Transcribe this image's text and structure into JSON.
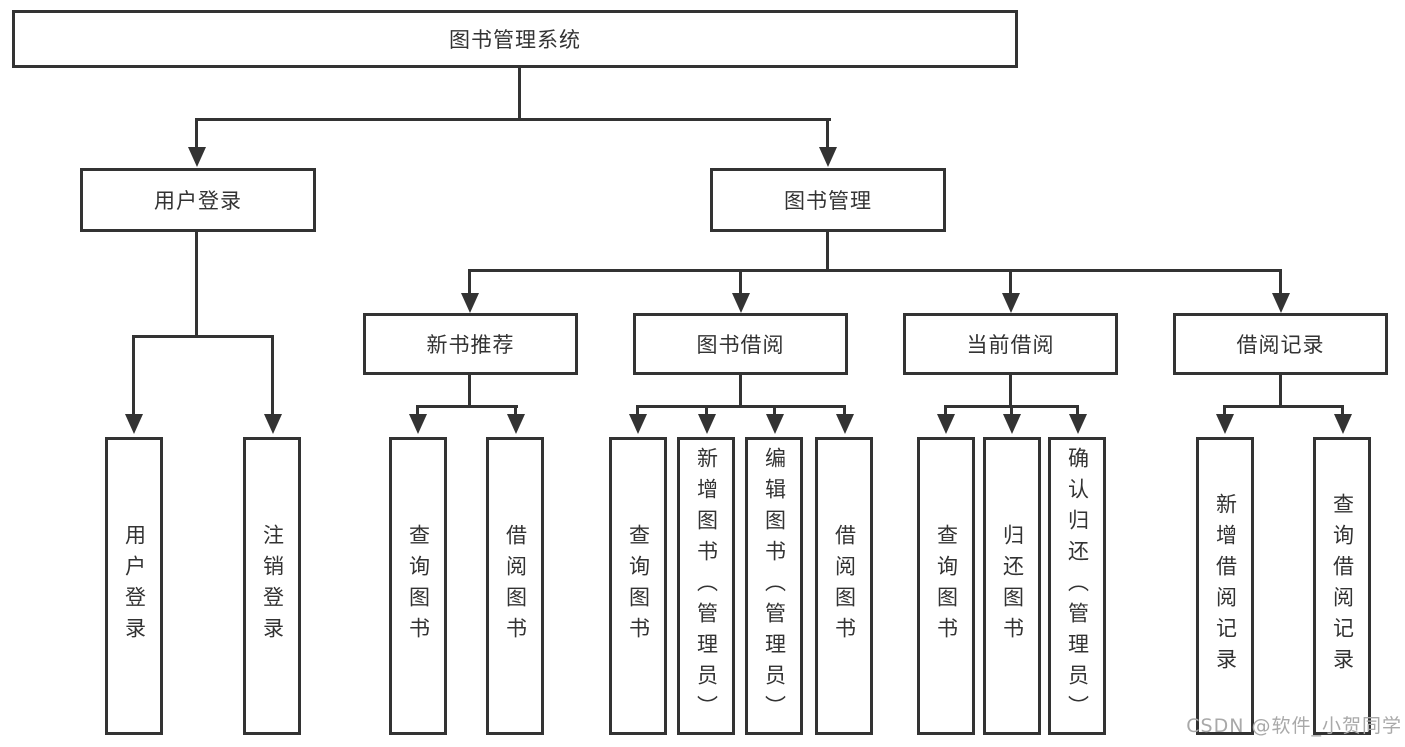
{
  "diagram": {
    "type": "tree",
    "nodes": {
      "root": {
        "label": "图书管理系统"
      },
      "user_login": {
        "label": "用户登录"
      },
      "book_mgmt": {
        "label": "图书管理"
      },
      "new_book_rec": {
        "label": "新书推荐"
      },
      "book_borrow": {
        "label": "图书借阅"
      },
      "current_borrow": {
        "label": "当前借阅"
      },
      "borrow_record": {
        "label": "借阅记录"
      }
    },
    "leaves": {
      "user_login": {
        "label": "用户登录",
        "parent": "用户登录"
      },
      "logout": {
        "label": "注销登录",
        "parent": "用户登录"
      },
      "nbr_query": {
        "label": "查询图书",
        "parent": "新书推荐"
      },
      "nbr_borrow": {
        "label": "借阅图书",
        "parent": "新书推荐"
      },
      "bb_query": {
        "label": "查询图书",
        "parent": "图书借阅"
      },
      "bb_add": {
        "label": "新增图书（管理员）",
        "parent": "图书借阅"
      },
      "bb_edit": {
        "label": "编辑图书（管理员）",
        "parent": "图书借阅"
      },
      "bb_borrow": {
        "label": "借阅图书",
        "parent": "图书借阅"
      },
      "cb_query": {
        "label": "查询图书",
        "parent": "当前借阅"
      },
      "cb_return": {
        "label": "归还图书",
        "parent": "当前借阅"
      },
      "cb_confirm": {
        "label": "确认归还（管理员）",
        "parent": "当前借阅"
      },
      "br_add": {
        "label": "新增借阅记录",
        "parent": "借阅记录"
      },
      "br_query": {
        "label": "查询借阅记录",
        "parent": "借阅记录"
      }
    }
  },
  "watermark": {
    "text": "CSDN @软件_小贺同学"
  },
  "colors": {
    "line": "#333333",
    "background": "#ffffff",
    "watermark": "#a9a9a9"
  }
}
